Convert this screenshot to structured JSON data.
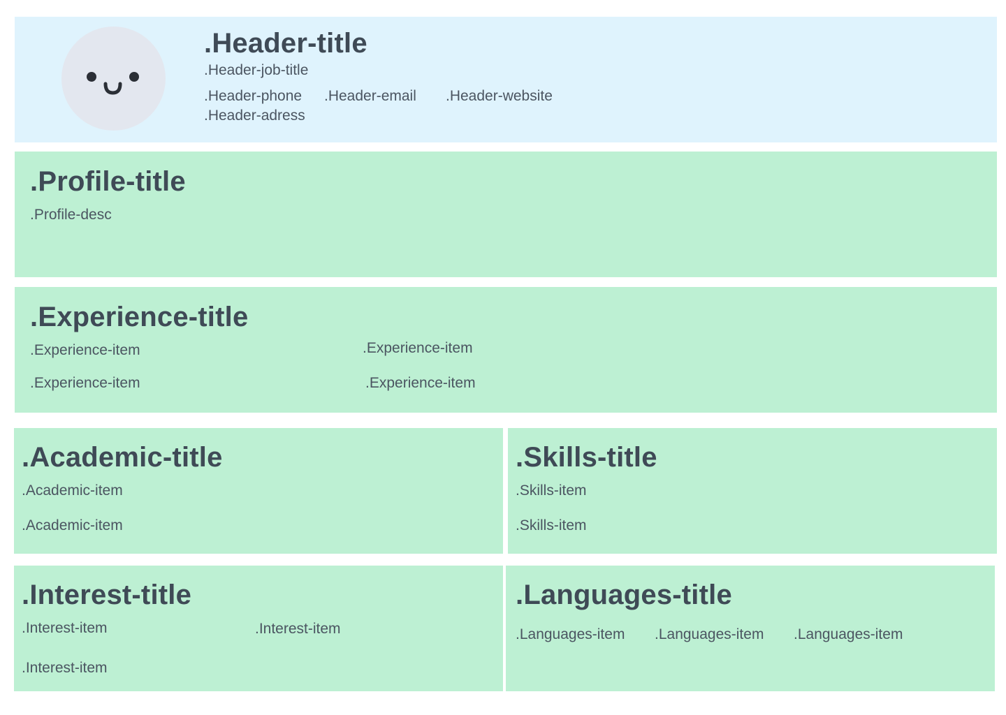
{
  "header": {
    "title": ".Header-title",
    "job_title": ".Header-job-title",
    "phone": ".Header-phone",
    "email": ".Header-email",
    "website": ".Header-website",
    "address": ".Header-adress",
    "avatar_icon": "smiley-face-icon"
  },
  "profile": {
    "title": ".Profile-title",
    "desc": ".Profile-desc"
  },
  "experience": {
    "title": ".Experience-title",
    "items": [
      ".Experience-item",
      ".Experience-item",
      ".Experience-item",
      ".Experience-item"
    ]
  },
  "academic": {
    "title": ".Academic-title",
    "items": [
      ".Academic-item",
      ".Academic-item"
    ]
  },
  "skills": {
    "title": ".Skills-title",
    "items": [
      ".Skills-item",
      ".Skills-item"
    ]
  },
  "interest": {
    "title": ".Interest-title",
    "items": [
      ".Interest-item",
      ".Interest-item",
      ".Interest-item"
    ]
  },
  "languages": {
    "title": ".Languages-title",
    "items": [
      ".Languages-item",
      ".Languages-item",
      ".Languages-item"
    ]
  },
  "colors": {
    "header_bg": "#dff3fd",
    "section_bg": "#bdf0d3",
    "text": "#3f4a56",
    "avatar_bg": "#e3e7ef"
  }
}
